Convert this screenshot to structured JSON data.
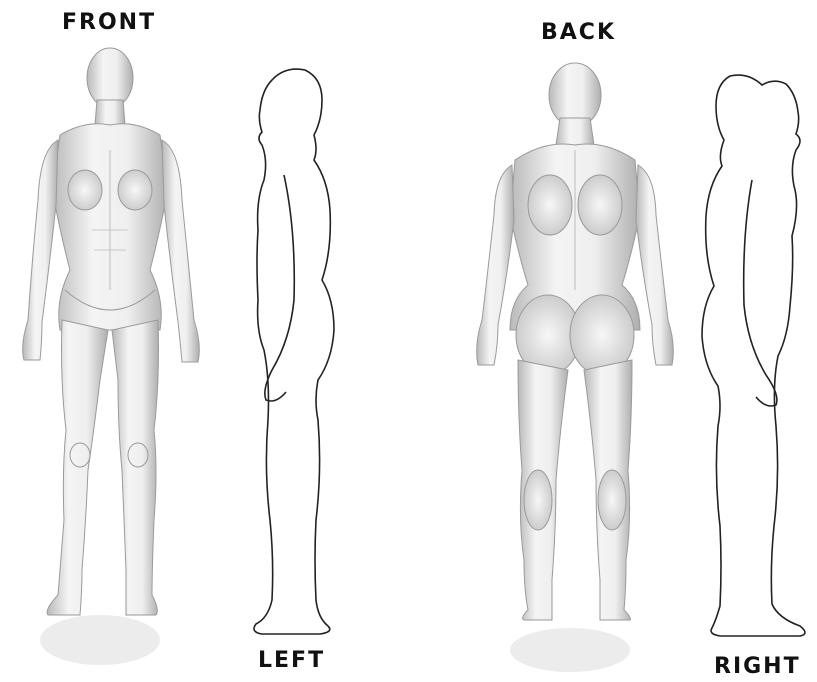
{
  "labels": {
    "front": "FRONT",
    "back": "BACK",
    "left": "LEFT",
    "right": "RIGHT"
  },
  "colors": {
    "skin_light": "#f2f2f2",
    "skin_mid": "#d6d6d6",
    "skin_shadow": "#a9a9a9",
    "outline": "#222222",
    "background": "#ffffff"
  }
}
